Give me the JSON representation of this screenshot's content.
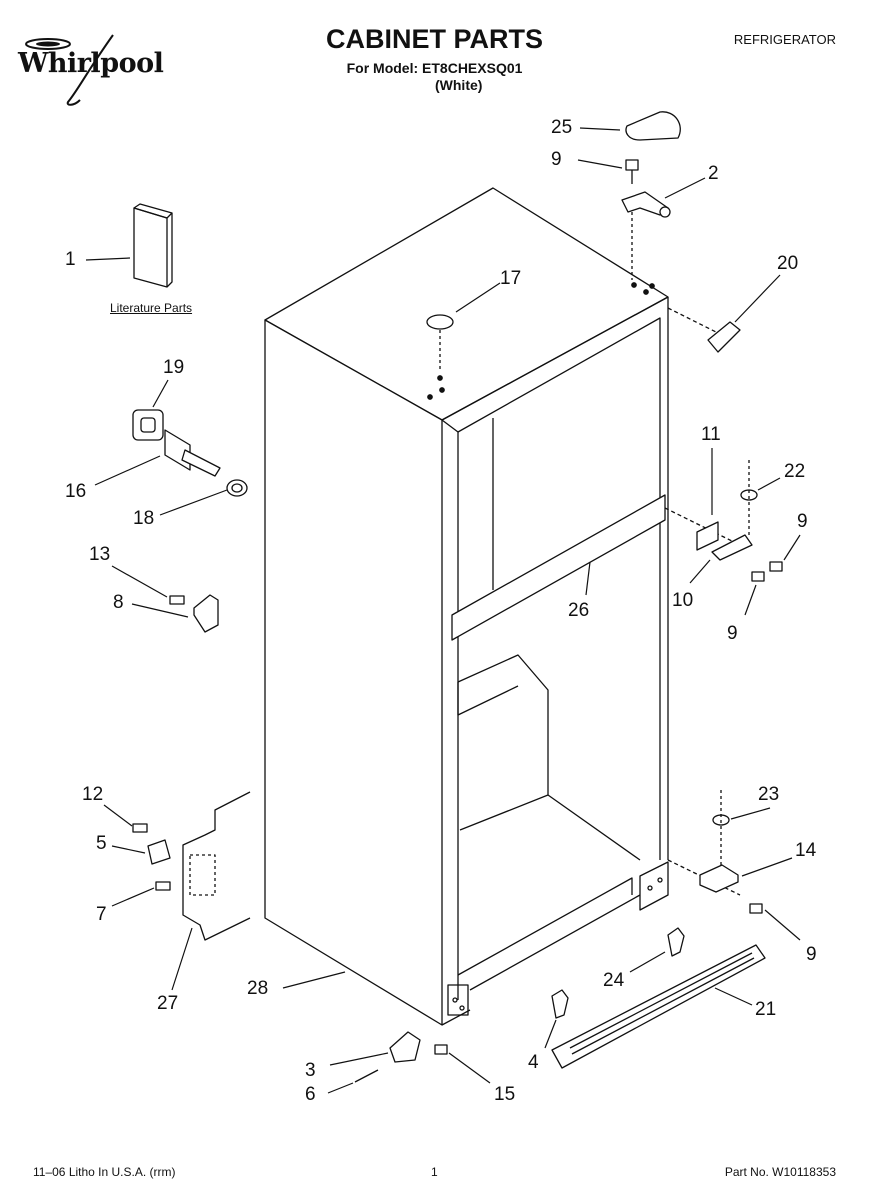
{
  "header": {
    "brand": "Whirlpool",
    "title": "CABINET PARTS",
    "model_line": "For Model: ET8CHEXSQ01",
    "color": "(White)",
    "category": "REFRIGERATOR"
  },
  "literature_label": "Literature Parts",
  "callouts": {
    "c1": "1",
    "c2": "2",
    "c3": "3",
    "c4": "4",
    "c5": "5",
    "c6": "6",
    "c7": "7",
    "c8": "8",
    "c9a": "9",
    "c9b": "9",
    "c9c": "9",
    "c9d": "9",
    "c10": "10",
    "c11": "11",
    "c12": "12",
    "c13": "13",
    "c14": "14",
    "c15": "15",
    "c16": "16",
    "c17": "17",
    "c18": "18",
    "c19": "19",
    "c20": "20",
    "c21": "21",
    "c22": "22",
    "c23": "23",
    "c24": "24",
    "c25": "25",
    "c26": "26",
    "c27": "27",
    "c28": "28"
  },
  "footer": {
    "litho": "11–06 Litho In U.S.A. (rrm)",
    "page": "1",
    "part_no": "Part No. W10118353"
  }
}
